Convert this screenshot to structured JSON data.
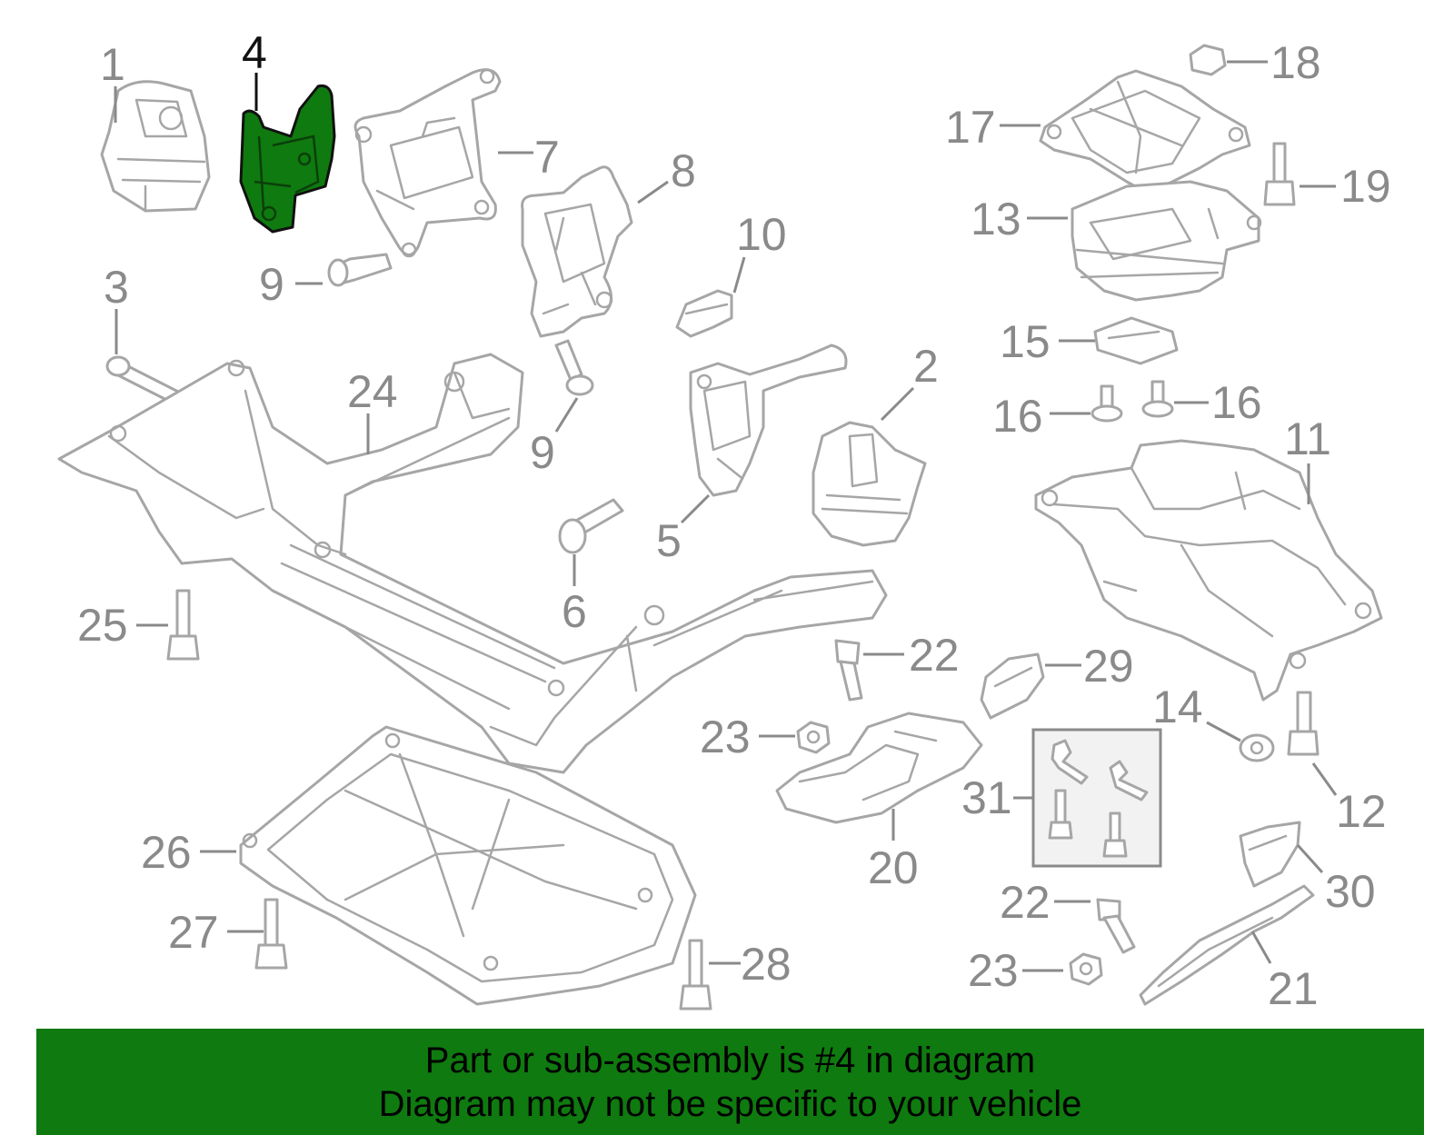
{
  "diagram": {
    "highlight_color": "#0f7a0f",
    "part_color": "#a6a6a6",
    "label_color": "#8a8a8a",
    "callouts": {
      "c1": "1",
      "c2": "2",
      "c3": "3",
      "c4": "4",
      "c5": "5",
      "c6": "6",
      "c7": "7",
      "c8": "8",
      "c9a": "9",
      "c9b": "9",
      "c10": "10",
      "c11": "11",
      "c12": "12",
      "c13": "13",
      "c14": "14",
      "c15": "15",
      "c16a": "16",
      "c16b": "16",
      "c17": "17",
      "c18": "18",
      "c19": "19",
      "c20": "20",
      "c21": "21",
      "c22a": "22",
      "c22b": "22",
      "c23a": "23",
      "c23b": "23",
      "c24": "24",
      "c25": "25",
      "c26": "26",
      "c27": "27",
      "c28": "28",
      "c29": "29",
      "c30": "30",
      "c31": "31"
    }
  },
  "banner": {
    "line1": "Part or sub-assembly is #4 in diagram",
    "line2": "Diagram may not be specific to your vehicle"
  }
}
